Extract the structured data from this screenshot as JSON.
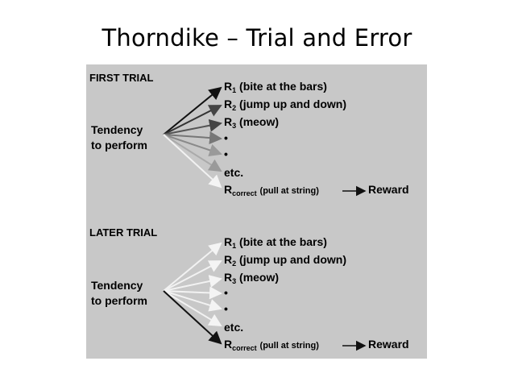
{
  "title": "Thorndike – Trial and Error",
  "colors": {
    "panel": "#c8c8c8",
    "text": "#000000"
  },
  "sections": [
    {
      "header": "FIRST TRIAL",
      "tendency_line1": "Tendency",
      "tendency_line2": "to perform",
      "responses": [
        {
          "r": "R",
          "sub": "1",
          "text": " (bite at the bars)"
        },
        {
          "r": "R",
          "sub": "2",
          "text": " (jump up and down)"
        },
        {
          "r": "R",
          "sub": "3",
          "text": " (meow)"
        },
        {
          "r": "",
          "sub": "",
          "text": "•"
        },
        {
          "r": "",
          "sub": "",
          "text": "•"
        },
        {
          "r": "",
          "sub": "",
          "text": "etc."
        }
      ],
      "correct": {
        "r": "R",
        "sub": "correct",
        "note": "(pull at string)",
        "reward": "Reward"
      }
    },
    {
      "header": "LATER TRIAL",
      "tendency_line1": "Tendency",
      "tendency_line2": "to perform",
      "responses": [
        {
          "r": "R",
          "sub": "1",
          "text": " (bite at the bars)"
        },
        {
          "r": "R",
          "sub": "2",
          "text": " (jump up and down)"
        },
        {
          "r": "R",
          "sub": "3",
          "text": " (meow)"
        },
        {
          "r": "",
          "sub": "",
          "text": "•"
        },
        {
          "r": "",
          "sub": "",
          "text": "•"
        },
        {
          "r": "",
          "sub": "",
          "text": "etc."
        }
      ],
      "correct": {
        "r": "R",
        "sub": "correct",
        "note": "(pull at string)",
        "reward": "Reward"
      }
    }
  ]
}
